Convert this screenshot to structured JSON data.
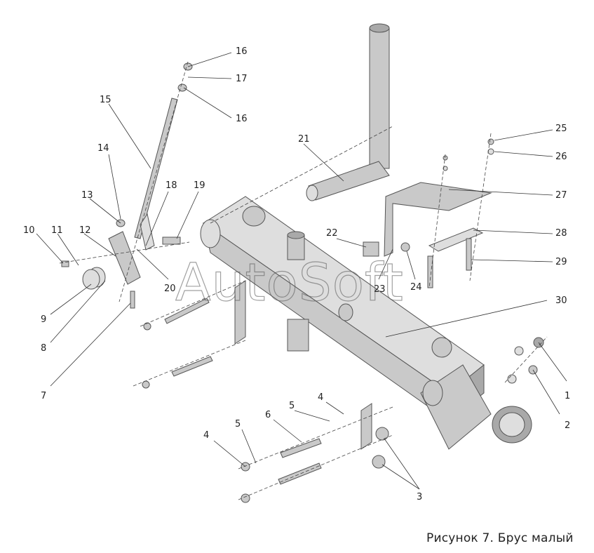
{
  "caption": "Рисунок 7. Брус малый",
  "watermark": "AutoSoft",
  "callouts": [
    "1",
    "2",
    "3",
    "4",
    "4",
    "5",
    "5",
    "6",
    "7",
    "8",
    "9",
    "10",
    "11",
    "12",
    "13",
    "14",
    "15",
    "16",
    "16",
    "17",
    "18",
    "19",
    "20",
    "21",
    "22",
    "23",
    "24",
    "25",
    "26",
    "27",
    "28",
    "29",
    "30"
  ]
}
